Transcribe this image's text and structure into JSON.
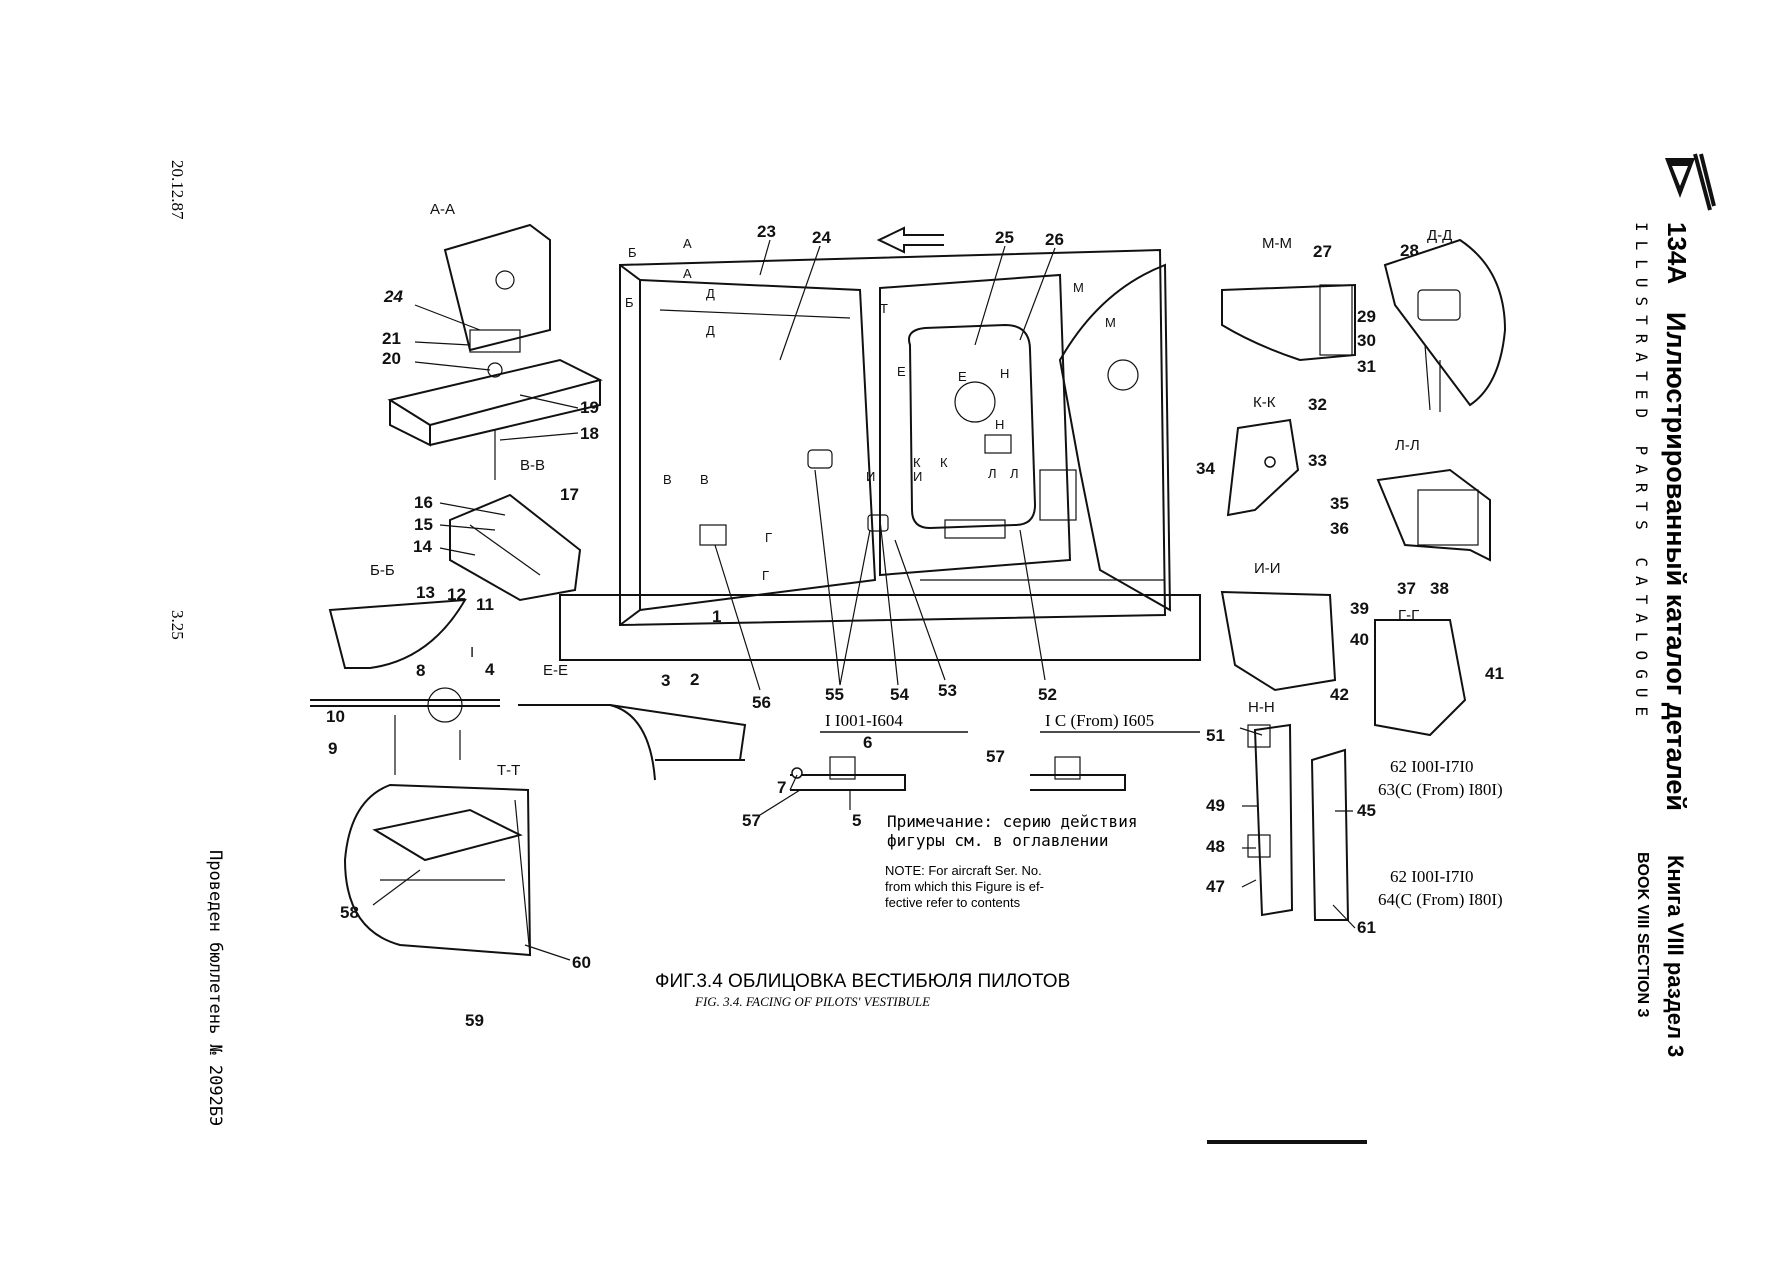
{
  "margin": {
    "date": "20.12.87",
    "page_number": "3.25",
    "bulletin": "Проведен бюллетень № 2092БЭ"
  },
  "header": {
    "model": "134A",
    "title_ru": "Иллюстрированный каталог деталей",
    "title_en": "ILLUSTRATED PARTS CATALOGUE",
    "book_ru": "Книга VIII раздел 3",
    "book_en": "BOOK VIII SECTION 3"
  },
  "caption": {
    "ru": "ФИГ.3.4 ОБЛИЦОВКА ВЕСТИБЮЛЯ ПИЛОТОВ",
    "en": "FIG. 3.4. FACING OF PILOTS' VESTIBULE"
  },
  "notes": {
    "ru_line1": "Примечание: серию действия",
    "ru_line2": "фигуры см. в оглавлении",
    "en_line1": "NOTE: For aircraft Ser. No.",
    "en_line2": "from which this Figure is ef-",
    "en_line3": "fective refer to contents"
  },
  "effectivity": {
    "range_a": "I I001-I604",
    "range_b": "I C (From) I605",
    "e62a": "62 I00I-I7I0",
    "e63": "63(C (From) I80I)",
    "e62b": "62 I00I-I7I0",
    "e64": "64(C (From) I80I)"
  },
  "section_labels": {
    "AA": "А-А",
    "VV": "В-В",
    "BB": "Б-Б",
    "I": "I",
    "EE": "Е-Е",
    "TT": "Т-Т",
    "MM": "М-М",
    "DD": "Д-Д",
    "KK": "К-К",
    "LL": "Л-Л",
    "II": "И-И",
    "GG": "Г-Г",
    "NN": "Н-Н"
  },
  "cut_marks": {
    "A": "А",
    "B": "Б",
    "D": "Д",
    "T": "Т",
    "E": "Е",
    "I": "И",
    "K": "К",
    "N": "Н",
    "L": "Л",
    "V": "В",
    "G": "Г",
    "M": "М"
  },
  "callouts": {
    "n1": "1",
    "n2": "2",
    "n3": "3",
    "n4": "4",
    "n5": "5",
    "n6": "6",
    "n7": "7",
    "n8": "8",
    "n9": "9",
    "n10": "10",
    "n11": "11",
    "n12": "12",
    "n13": "13",
    "n14": "14",
    "n15": "15",
    "n16": "16",
    "n17": "17",
    "n18": "18",
    "n19": "19",
    "n20": "20",
    "n21": "21",
    "n23": "23",
    "n24": "24",
    "n25": "25",
    "n26": "26",
    "n27": "27",
    "n28": "28",
    "n29": "29",
    "n30": "30",
    "n31": "31",
    "n32": "32",
    "n33": "33",
    "n34": "34",
    "n35": "35",
    "n36": "36",
    "n37": "37",
    "n38": "38",
    "n39": "39",
    "n40": "40",
    "n41": "41",
    "n42": "42",
    "n45": "45",
    "n47": "47",
    "n48": "48",
    "n49": "49",
    "n51": "51",
    "n52": "52",
    "n53": "53",
    "n54": "54",
    "n55": "55",
    "n56": "56",
    "n57": "57",
    "n58": "58",
    "n59": "59",
    "n60": "60",
    "n61": "61"
  }
}
